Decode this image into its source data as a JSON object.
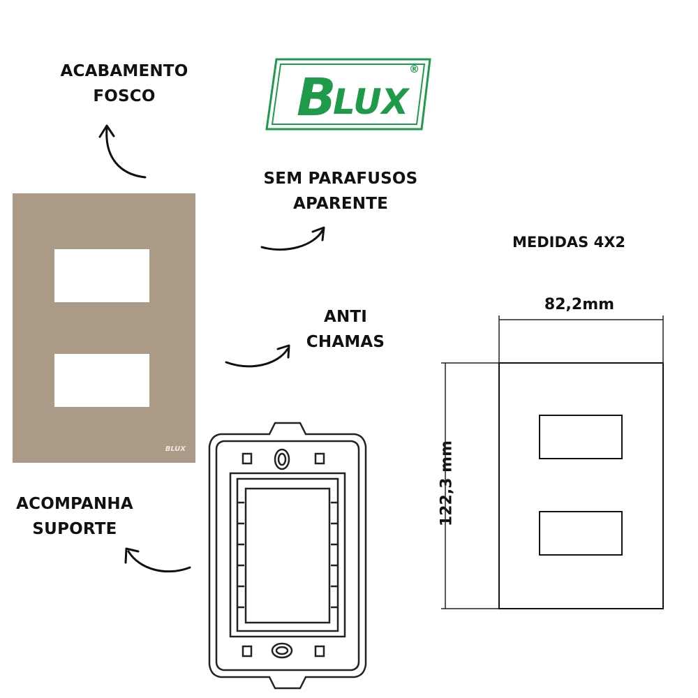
{
  "brand": {
    "logo_b": "B",
    "logo_rest": "LUX",
    "registered": "®",
    "plate_logo": "BLUX",
    "color": "#1e9a4a"
  },
  "features": {
    "acabamento": [
      "ACABAMENTO",
      "FOSCO"
    ],
    "sem_parafusos": [
      "SEM PARAFUSOS",
      "APARENTE"
    ],
    "anti_chamas": [
      "ANTI",
      "CHAMAS"
    ],
    "acompanha": [
      "ACOMPANHA",
      "SUPORTE"
    ]
  },
  "dimensions": {
    "title": "MEDIDAS 4X2",
    "width": "82,2mm",
    "height": "122,3 mm"
  },
  "colors": {
    "plate": "#ab9a86",
    "ink": "#111111"
  }
}
